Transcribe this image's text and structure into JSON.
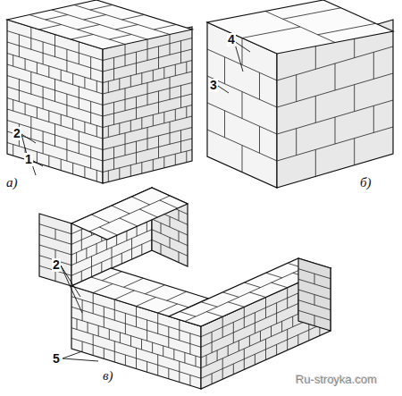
{
  "diagram": {
    "labels": [
      "2",
      "1",
      "а)",
      "4",
      "3",
      "б)",
      "2",
      "5",
      "в)",
      "Ru-stroyka.com"
    ]
  }
}
